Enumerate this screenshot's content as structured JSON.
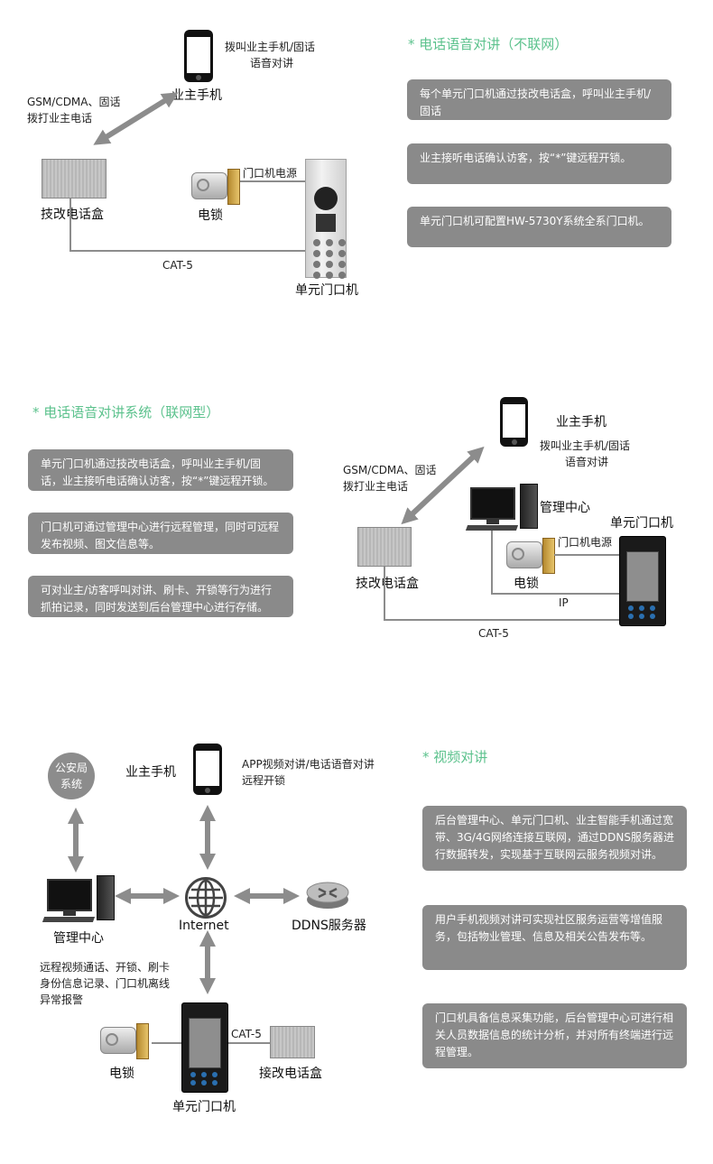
{
  "section1": {
    "heading": "* 电话语音对讲（不联网）",
    "phone_note_line1": "拨叫业主手机/固话",
    "phone_note_line2": "语音对讲",
    "owner_phone": "业主手机",
    "gsm_line1": "GSM/CDMA、固话",
    "gsm_line2": "拨打业主电话",
    "phone_box": "技改电话盒",
    "lock": "电锁",
    "door_power": "门口机电源",
    "cat5": "CAT-5",
    "door_station": "单元门口机",
    "boxes": [
      "每个单元门口机通过技改电话盒，呼叫业主手机/固话",
      "业主接听电话确认访客，按“*”键远程开锁。",
      "单元门口机可配置HW-5730Y系统全系门口机。"
    ]
  },
  "section2": {
    "heading": "* 电话语音对讲系统（联网型）",
    "owner_phone": "业主手机",
    "phone_note_line1": "拨叫业主手机/固话",
    "phone_note_line2": "语音对讲",
    "gsm_line1": "GSM/CDMA、固话",
    "gsm_line2": "拨打业主电话",
    "mgmt_center": "管理中心",
    "door_station": "单元门口机",
    "door_power": "门口机电源",
    "phone_box": "技改电话盒",
    "lock": "电锁",
    "ip": "IP",
    "cat5": "CAT-5",
    "boxes": [
      "单元门口机通过技改电话盒，呼叫业主手机/固话，业主接听电话确认访客，按“*”键远程开锁。",
      "门口机可通过管理中心进行远程管理，同时可远程发布视频、图文信息等。",
      "可对业主/访客呼叫对讲、刷卡、开锁等行为进行抓拍记录，同时发送到后台管理中心进行存储。"
    ]
  },
  "section3": {
    "heading": "* 视频对讲",
    "police_line1": "公安局",
    "police_line2": "系统",
    "owner_phone": "业主手机",
    "app_line1": "APP视频对讲/电话语音对讲",
    "app_line2": "远程开锁",
    "mgmt_center": "管理中心",
    "internet": "Internet",
    "ddns": "DDNS服务器",
    "remote_line1": "远程视频通话、开锁、刷卡",
    "remote_line2": "身份信息记录、门口机离线",
    "remote_line3": "异常报警",
    "cat5": "CAT-5",
    "lock": "电锁",
    "phone_box": "接改电话盒",
    "door_station": "单元门口机",
    "boxes": [
      "后台管理中心、单元门口机、业主智能手机通过宽带、3G/4G网络连接互联网，通过DDNS服务器进行数据转发，实现基于互联网云服务视频对讲。",
      "用户手机视频对讲可实现社区服务运营等增值服务，包括物业管理、信息及相关公告发布等。",
      "门口机具备信息采集功能，后台管理中心可进行相关人员数据信息的统计分析，并对所有终端进行远程管理。"
    ]
  },
  "colors": {
    "accent": "#5cc28d",
    "box_bg": "#8a8a8a",
    "line": "#8c8c8c"
  }
}
